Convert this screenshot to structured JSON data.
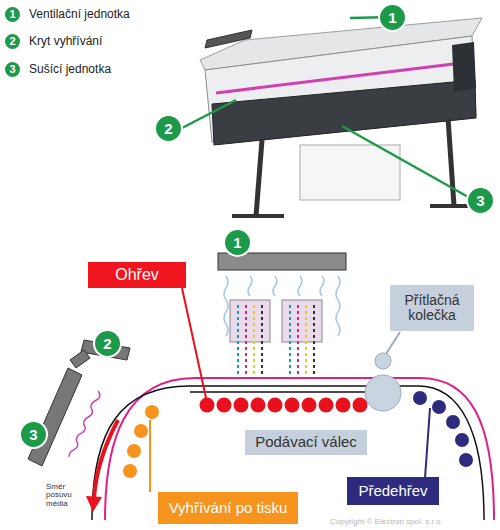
{
  "diagram": {
    "nodes": [
      {
        "text": [
          "Ohřev"
        ]
      },
      {
        "text": [
          "Přítlačná kolečka"
        ]
      },
      {
        "text": [
          "Podávací válec"
        ]
      },
      {
        "text": [
          "Vyhřívání po tisku"
        ]
      },
      {
        "text": [
          "Předehřev"
        ]
      }
    ],
    "labels": [
      "1",
      "2",
      "3",
      "1",
      "2",
      "3",
      "1",
      "2",
      "3",
      "Směr posuvu média",
      "Copyright © Electron spol. s r.o."
    ],
    "legend": [
      {
        "text": "Ventilační jednotka"
      },
      {
        "text": "Kryt vyhřívání"
      },
      {
        "text": "Sušící jednotka"
      }
    ]
  }
}
